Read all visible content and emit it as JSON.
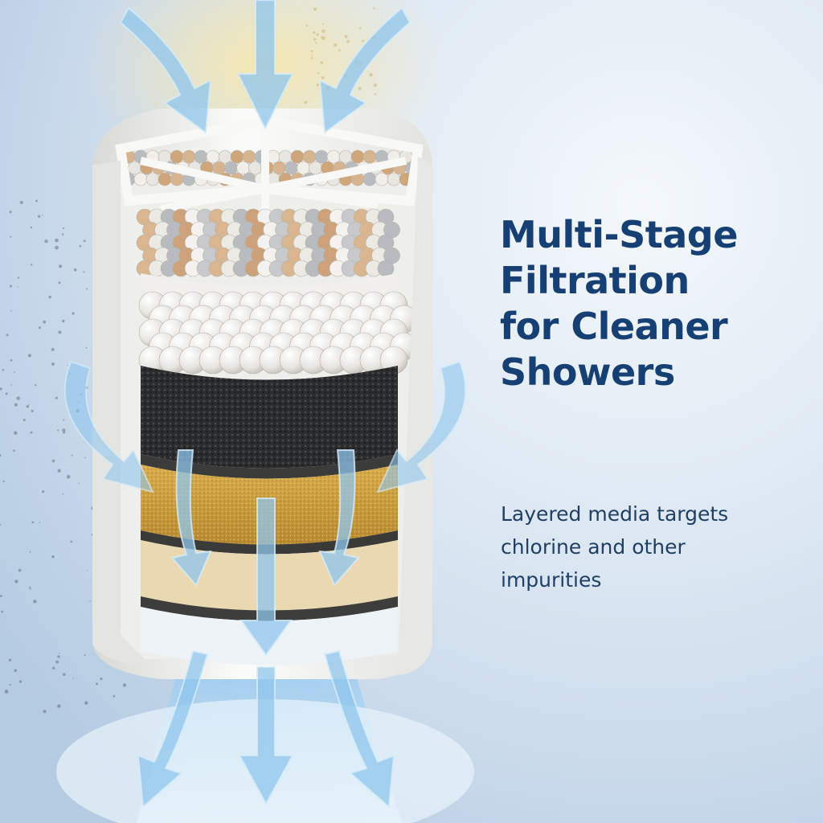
{
  "headline": {
    "lines": [
      "Multi-Stage",
      "Filtration",
      "for Cleaner",
      "Showers"
    ]
  },
  "subline": {
    "lines": [
      "Layered media targets",
      "chlorine and other",
      "impurities"
    ]
  },
  "colors": {
    "headline": "#163f73",
    "subline": "#1f3f66",
    "background_light": "#eef4fa",
    "background_mid": "#c4d6ea",
    "flow_arrow": "#8ec4ea",
    "cartridge_shell": "#f3f3f1",
    "ceramic_beads": "#ecebe6",
    "mineral_beads": "#c9b08e",
    "carbon_layer": "#2a2b2c",
    "kdf_layer": "#c89a3c",
    "pp_cotton_layer": "#eadbb8",
    "inflow_glow": "#f3e2a4"
  },
  "icons": [
    "flow-arrow-icon"
  ]
}
